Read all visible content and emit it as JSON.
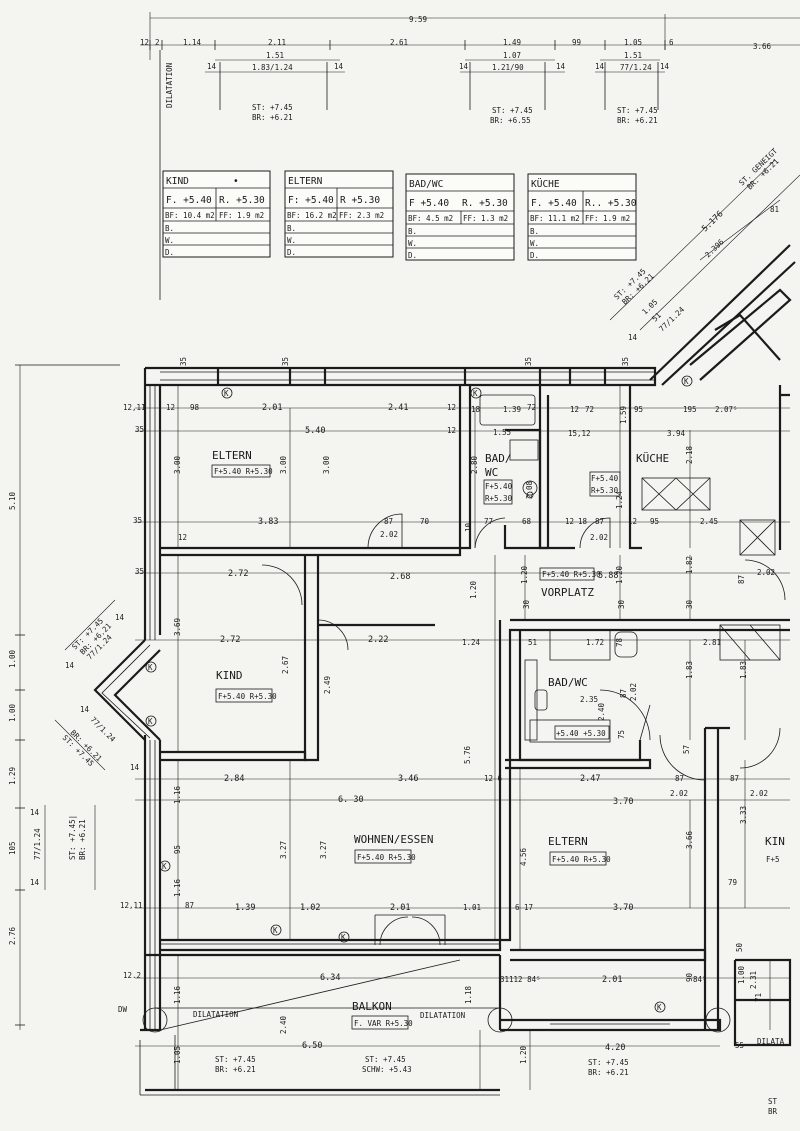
{
  "top_dims": {
    "overall": "9.59",
    "row1": [
      "12",
      "2",
      "1.14",
      "2.11",
      "2.61",
      "1.49",
      "99",
      "1.05",
      "6",
      "3.66"
    ],
    "row2": [
      "1.51",
      "1.07",
      "1.51"
    ],
    "row3": [
      "1.83/1.24",
      "1.21/90",
      "77/1.24"
    ],
    "ticks": [
      "14",
      "14",
      "14",
      "14",
      "14",
      "14"
    ],
    "dilatation": "DILATATION"
  },
  "top_heights": [
    {
      "st": "ST: +7.45",
      "br": "BR: +6.21"
    },
    {
      "st": "ST: +7.45",
      "br": "BR: +6.55"
    },
    {
      "st": "ST: +7.45",
      "br": "BR: +6.21"
    }
  ],
  "tables": [
    {
      "name": "KIND",
      "mark": "•",
      "f": "F.  +5.40",
      "r": "R.  +5.30",
      "bf": "BF: 10.4 m2",
      "ff": "FF: 1.9 m2"
    },
    {
      "name": "ELTERN",
      "mark": "",
      "f": "F:  +5.40",
      "r": "R  +5.30",
      "bf": "BF: 16.2 m2",
      "ff": "FF:  2.3 m2"
    },
    {
      "name": "BAD/WC",
      "mark": "",
      "f": "F  +5.40",
      "r": "R.  +5.30",
      "bf": "BF: 4.5 m2",
      "ff": "FF: 1.3 m2"
    },
    {
      "name": "KÜCHE",
      "mark": "",
      "f": "F.  +5.40",
      "r": "R..  +5.30",
      "bf": "BF:  11.1 m2",
      "ff": "FF:  1.9 m2"
    }
  ],
  "table_row_labels": [
    "B.",
    "W.",
    "D."
  ],
  "diag_top": {
    "st": "ST. GENEIGT",
    "br": "BR. +6.21",
    "dim1": "5.176",
    "dim2": "2.396",
    "d81": "81",
    "st2": "ST: +7.45",
    "br2": "BR: +6.21",
    "d105": "1.05",
    "d51": "51",
    "d77": "77/1.24",
    "d14": "14"
  },
  "rooms": {
    "eltern1": {
      "name": "ELTERN",
      "level": "F+5.40 R+5.30"
    },
    "bad1": {
      "name1": "BAD/",
      "name2": "WC",
      "f": "F+5.40",
      "r": "R+5.30"
    },
    "kueche": {
      "name": "KÜCHE",
      "f": "F+5.40",
      "r": "R+5.30"
    },
    "vorplatz": {
      "name": "VORPLATZ",
      "level": "F+5.40 R+5.30",
      "dim": "5.88"
    },
    "kind": {
      "name": "KIND",
      "level": "F+5.40 R+5.30"
    },
    "bad2": {
      "name": "BAD/WC",
      "level": "+5.40 +5.30"
    },
    "wohnen": {
      "name": "WOHNEN/ESSEN",
      "level": "F+5.40 R+5.30"
    },
    "eltern2": {
      "name": "ELTERN",
      "level": "F+5.40 R+5.30"
    },
    "kind2": {
      "name": "KIN",
      "level": "F+5"
    },
    "balkon": {
      "name": "BALKON",
      "level": "F. VAR  R+5.30"
    }
  },
  "labels": {
    "k": "K",
    "dilatation1": "DILATATION",
    "dilatation2": "DILATATION",
    "dilatation3": "DILATA",
    "dw": "DW"
  },
  "dims": {
    "a35a": "35",
    "a35b": "35",
    "a35c": "35",
    "a35d": "35",
    "a1211": "12,11",
    "a12a": "12",
    "a98": "98",
    "a201": "2.01",
    "a241": "2.41",
    "a12b": "12",
    "a18": "18",
    "a139": "1.39",
    "a72a": "72",
    "a12c": "12",
    "a72b": "72",
    "a159": "1.59",
    "a95a": "95",
    "a195": "195",
    "a2075": "2.07⁵",
    "a540": "5.40",
    "a12d": "12",
    "a155": "1.55",
    "a1512": "15,12",
    "a394": "3.94",
    "a300a": "3.00",
    "a300b": "3.00",
    "a300c": "3.00",
    "a280": "2.80",
    "a208": "2.08",
    "a218": "2.18",
    "a124": "1.24",
    "a383": "3.83",
    "a87a": "87",
    "a70": "70",
    "a10": "10",
    "a77a": "77",
    "a68": "68",
    "a12e": "12",
    "a12f": "12",
    "a18b": "18",
    "a87b": "87",
    "a95b": "95",
    "a245": "2.45",
    "a202a": "2.02",
    "a202b": "2.02",
    "a12g": "12",
    "a272a": "2.72",
    "a268": "2.68",
    "a120a": "1.20",
    "a120b": "1.20",
    "a120c": "1.20",
    "a182": "1.82",
    "a87c": "87",
    "a202c": "2.02",
    "a272b": "2.72",
    "a222": "2.22",
    "a124b": "1.24",
    "a172": "1.72",
    "a281": "2.81",
    "a30a": "30",
    "a30b": "30",
    "a30c": "30",
    "a369": "3.69",
    "a267": "2.67",
    "a249": "2.49",
    "a183a": "1.83",
    "a183b": "1.83",
    "a51": "51",
    "a78": "78",
    "a235": "2.35",
    "a240": "2.40",
    "a202d": "2.02",
    "a87d": "87",
    "a57": "57",
    "a75": "75",
    "a576": "5.76",
    "a284": "2.84",
    "a346": "3.46",
    "a126": "12 6",
    "a247": "2.47",
    "a87e": "87",
    "a87f": "87",
    "a630": "6. 30",
    "a370a": "3.70",
    "a202e": "2.02",
    "a202f": "2.02",
    "a116a": "1.16",
    "a327a": "3.27",
    "a327b": "3.27",
    "a456": "4.56",
    "a366": "3.66",
    "a333": "3.33",
    "a95c": "95",
    "a116b": "1.16",
    "a79": "79",
    "a1211b": "12,11",
    "a87g": "87",
    "a139b": "1.39",
    "a102": "1.02",
    "a201b": "2.01",
    "a101": "1.01",
    "a617": "6 17",
    "a370b": "3.70",
    "a122": "12.2",
    "a634": "6.34",
    "a31112": "31112 84⁵",
    "a201c": "2.01",
    "a845": "84⁵",
    "a100": "1.00",
    "a231": "2.31",
    "a116c": "1.16",
    "a240b": "2.40",
    "a118": "1.18",
    "a650": "6.50",
    "a420": "4.20",
    "a105b": "1.05",
    "a120d": "1.20",
    "left500": "5.10",
    "left100a": "1.00",
    "left100b": "1.00",
    "left129": "1.29",
    "left105": "105",
    "left276": "2.76",
    "a90": "90",
    "a50": "50",
    "a71": "71",
    "a55": "55"
  },
  "left_diag": {
    "st": "ST: +7.45",
    "br": "BR: +6.21",
    "d": "77/1.24",
    "d14a": "14",
    "d14b": "14",
    "st2": "ST: +7.45",
    "br2": "BR: +6.21",
    "d2": "77/1.24",
    "d14c": "14",
    "d14d": "14"
  },
  "left_side": {
    "st": "ST: +7.45|",
    "br": "BR: +6.21",
    "d": "77/1.24",
    "d14a": "14",
    "d14b": "14"
  },
  "bottom": [
    {
      "st": "ST: +7.45",
      "br": "BR: +6.21"
    },
    {
      "st": "ST: +7.45",
      "br": "SCHW: +5.43"
    },
    {
      "st": "ST: +7.45",
      "br": "BR: +6.21"
    },
    {
      "st": "ST",
      "br": "BR"
    }
  ]
}
